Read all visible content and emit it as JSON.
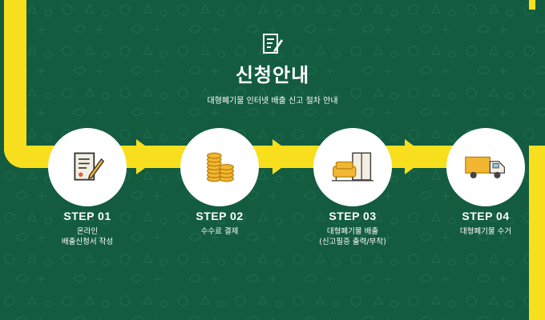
{
  "header": {
    "icon": "document-pen-icon",
    "title": "신청안내",
    "subtitle": "대형폐기물 인터넷 배출 신고 절차 안내"
  },
  "steps": [
    {
      "label": "STEP 01",
      "lines": [
        "온라인",
        "배출신청서 작성"
      ],
      "icon": "document-pen-icon"
    },
    {
      "label": "STEP 02",
      "lines": [
        "수수료 결제"
      ],
      "icon": "coins-icon"
    },
    {
      "label": "STEP 03",
      "lines": [
        "대형폐기물 배출",
        "(신고필증 출력/부착)"
      ],
      "icon": "furniture-icon"
    },
    {
      "label": "STEP 04",
      "lines": [
        "대형폐기물 수거"
      ],
      "icon": "truck-icon"
    }
  ],
  "colors": {
    "background": "#135c3f",
    "road": "#f7df1e",
    "circle": "#ffffff",
    "text": "#ffffff"
  }
}
